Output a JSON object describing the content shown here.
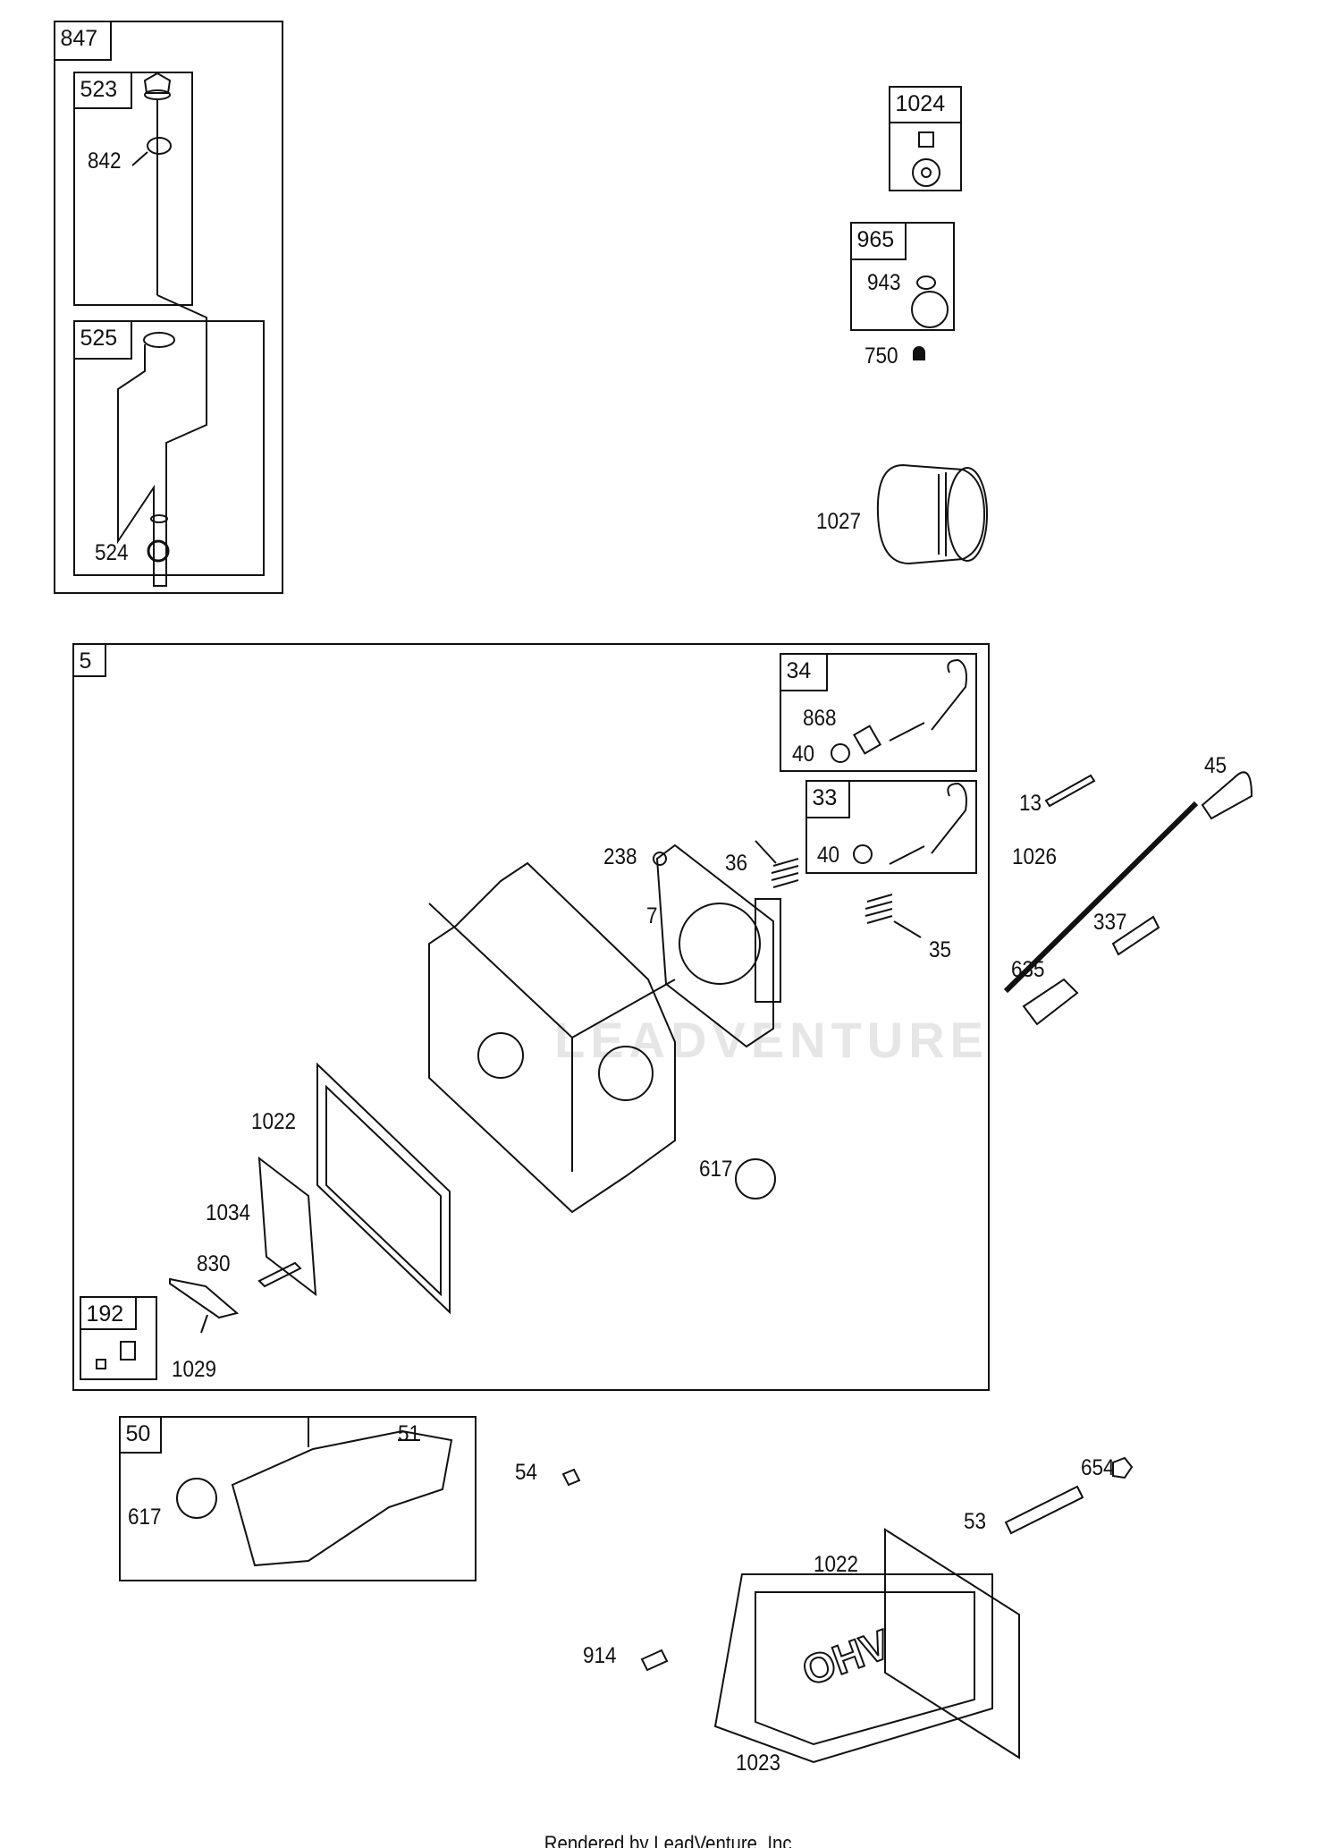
{
  "assemblies": {
    "a847": "847",
    "a523": "523",
    "a525": "525",
    "a1024": "1024",
    "a965": "965",
    "a5": "5",
    "a34": "34",
    "a33": "33",
    "a192": "192",
    "a50": "50"
  },
  "callouts": {
    "c842": "842",
    "c524": "524",
    "c943": "943",
    "c750": "750",
    "c1027": "1027",
    "c868": "868",
    "c40a": "40",
    "c40b": "40",
    "c238": "238",
    "c36": "36",
    "c7": "7",
    "c35": "35",
    "c13": "13",
    "c45": "45",
    "c1026": "1026",
    "c337": "337",
    "c635": "635",
    "c1022a": "1022",
    "c617a": "617",
    "c1034": "1034",
    "c830": "830",
    "c1029": "1029",
    "c51": "51",
    "c617b": "617",
    "c54": "54",
    "c654": "654",
    "c53": "53",
    "c1022b": "1022",
    "c914": "914",
    "c1023": "1023"
  },
  "watermark": "LEADVENTURE",
  "cover_logo": "OHV",
  "footer": "Rendered by LeadVenture, Inc."
}
